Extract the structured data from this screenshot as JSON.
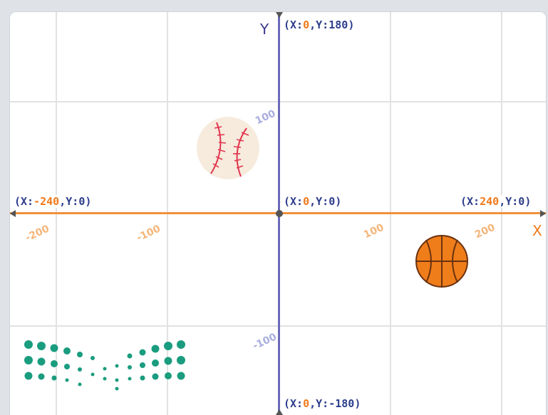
{
  "axes": {
    "x_letter": "X",
    "y_letter": "Y",
    "x_ticks": [
      "-200",
      "-100",
      "100",
      "200"
    ],
    "y_ticks": [
      "100",
      "-100"
    ]
  },
  "coords": {
    "top": {
      "xk": "X:",
      "xv": "0",
      "yk": ",Y:",
      "yv": "180"
    },
    "bottom": {
      "xk": "X:",
      "xv": "0",
      "yk": ",Y:",
      "yv": "-180"
    },
    "left": {
      "xk": "X:",
      "xv": "-240",
      "yk": ",Y:",
      "yv": "0"
    },
    "right": {
      "xk": "X:",
      "xv": "240",
      "yk": ",Y:",
      "yv": "0"
    },
    "center": {
      "xk": "X:",
      "xv": "0",
      "yk": ",Y:",
      "yv": "0"
    }
  },
  "sprites": [
    "baseball-sprite",
    "basketball-sprite"
  ],
  "colors": {
    "x_axis": "#f0913b",
    "y_axis": "#6a6ab8",
    "coord_text": "#2d3d8c",
    "coord_x_value": "#f07a1b",
    "logo": "#1a9c7f"
  }
}
